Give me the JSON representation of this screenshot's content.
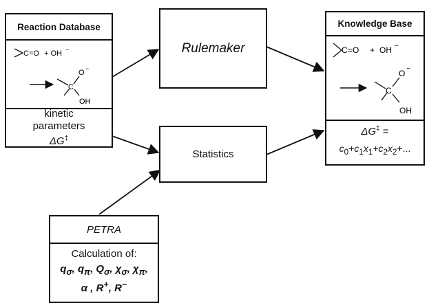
{
  "reaction_database": {
    "title": "Reaction Database",
    "eq_top": [
      "C",
      "=O",
      "+ OH",
      "−"
    ],
    "eq_product": [
      "C",
      "O",
      "−",
      "OH"
    ],
    "params": [
      "kinetic",
      "parameters",
      "ΔG",
      "‡"
    ]
  },
  "rulemaker": {
    "label": "Rulemaker"
  },
  "statistics": {
    "label": "Statistics"
  },
  "knowledge_base": {
    "title": "Knowledge Base",
    "eq_top": [
      "C",
      "=O",
      "+",
      "OH",
      "−"
    ],
    "eq_product": [
      "C",
      "O",
      "−",
      "OH"
    ],
    "formula_lhs": [
      "ΔG",
      "‡",
      "="
    ],
    "formula_rhs": [
      "c",
      "0",
      "+c",
      "1",
      "x",
      "1",
      "+c",
      "2",
      "x",
      "2",
      "+..."
    ]
  },
  "petra": {
    "title": "PETRA",
    "calc_heading": "Calculation of:",
    "row1": [
      "q",
      "σ",
      ", ",
      "q",
      "π",
      ", ",
      "Q",
      "σ",
      ", ",
      "χ",
      "σ",
      ", ",
      "χ",
      "π",
      ","
    ],
    "row2": [
      "α",
      " , ",
      "R",
      "+",
      ", ",
      "R",
      "−"
    ]
  }
}
